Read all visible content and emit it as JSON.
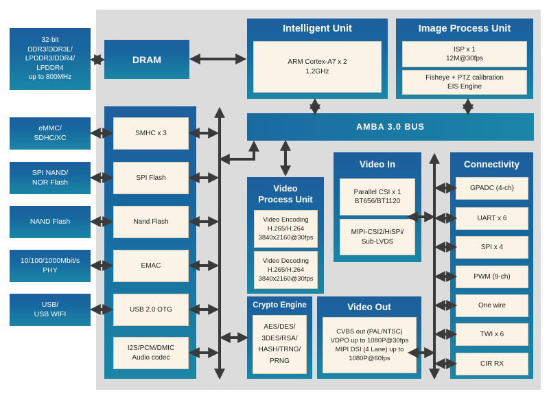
{
  "external": {
    "ddr": "32-bit\nDDR3/DDR3L/\nLPDDR3/DDR4/\nLPDDR4\nup to 800MHz",
    "emmc": "eMMC/\nSDHC/XC",
    "spinand": "SPI NAND/\nNOR Flash",
    "nand": "NAND Flash",
    "eth": "10/100/1000Mbit/s\nPHY",
    "usb": "USB/\nUSB WIFI"
  },
  "dram": {
    "title": "DRAM"
  },
  "peripherals": {
    "smhc": "SMHC x 3",
    "spiflash": "SPI Flash",
    "nandflash": "Nand Flash",
    "emac": "EMAC",
    "usbotg": "USB 2.0 OTG",
    "audio": "I2S/PCM/DMIC\nAudio codec"
  },
  "intelligent": {
    "title": "Intelligent Unit",
    "cpu": "ARM Cortex-A7 x 2\n1.2GHz"
  },
  "image": {
    "title": "Image Process Unit",
    "isp": "ISP x 1\n12M@30fps",
    "fisheye": "Fisheye + PTZ calibration\nEIS Engine"
  },
  "bus": {
    "title": "AMBA  3.0  BUS"
  },
  "vpu": {
    "title": "Video\nProcess Unit",
    "encoding": "Video Encoding\nH.265/H.264\n3840x2160@30fps",
    "decoding": "Video Decoding\nH.265/H.264\n3840x2160@30fps"
  },
  "videoin": {
    "title": "Video In",
    "csi": "Parallel CSI x 1\nBT656/BT1120",
    "mipi": "MIPI-CSI2/HiSPi/\nSub-LVDS"
  },
  "crypto": {
    "title": "Crypto Engine",
    "body": "AES/DES/\n3DES/RSA/\nHASH/TRNG/\nPRNG"
  },
  "videoout": {
    "title": "Video Out",
    "body": "CVBS out (PAL/NTSC)\nVDPO up to 1080P@30fps\nMIPI DSI (4 Lane) up to\n1080P@60fps"
  },
  "connectivity": {
    "title": "Connectivity",
    "items": [
      "GPADC (4-ch)",
      "UART x 6",
      "SPI x 4",
      "PWM (9-ch)",
      "One wire",
      "TWI x 6",
      "CIR RX"
    ]
  },
  "colors": {
    "chip": "#dcdcdc",
    "blue_top": "#1d5f9e",
    "blue_bottom": "#1b86a6",
    "inner_fill": "#fbf3e6",
    "arrow": "#3a3a3a"
  }
}
